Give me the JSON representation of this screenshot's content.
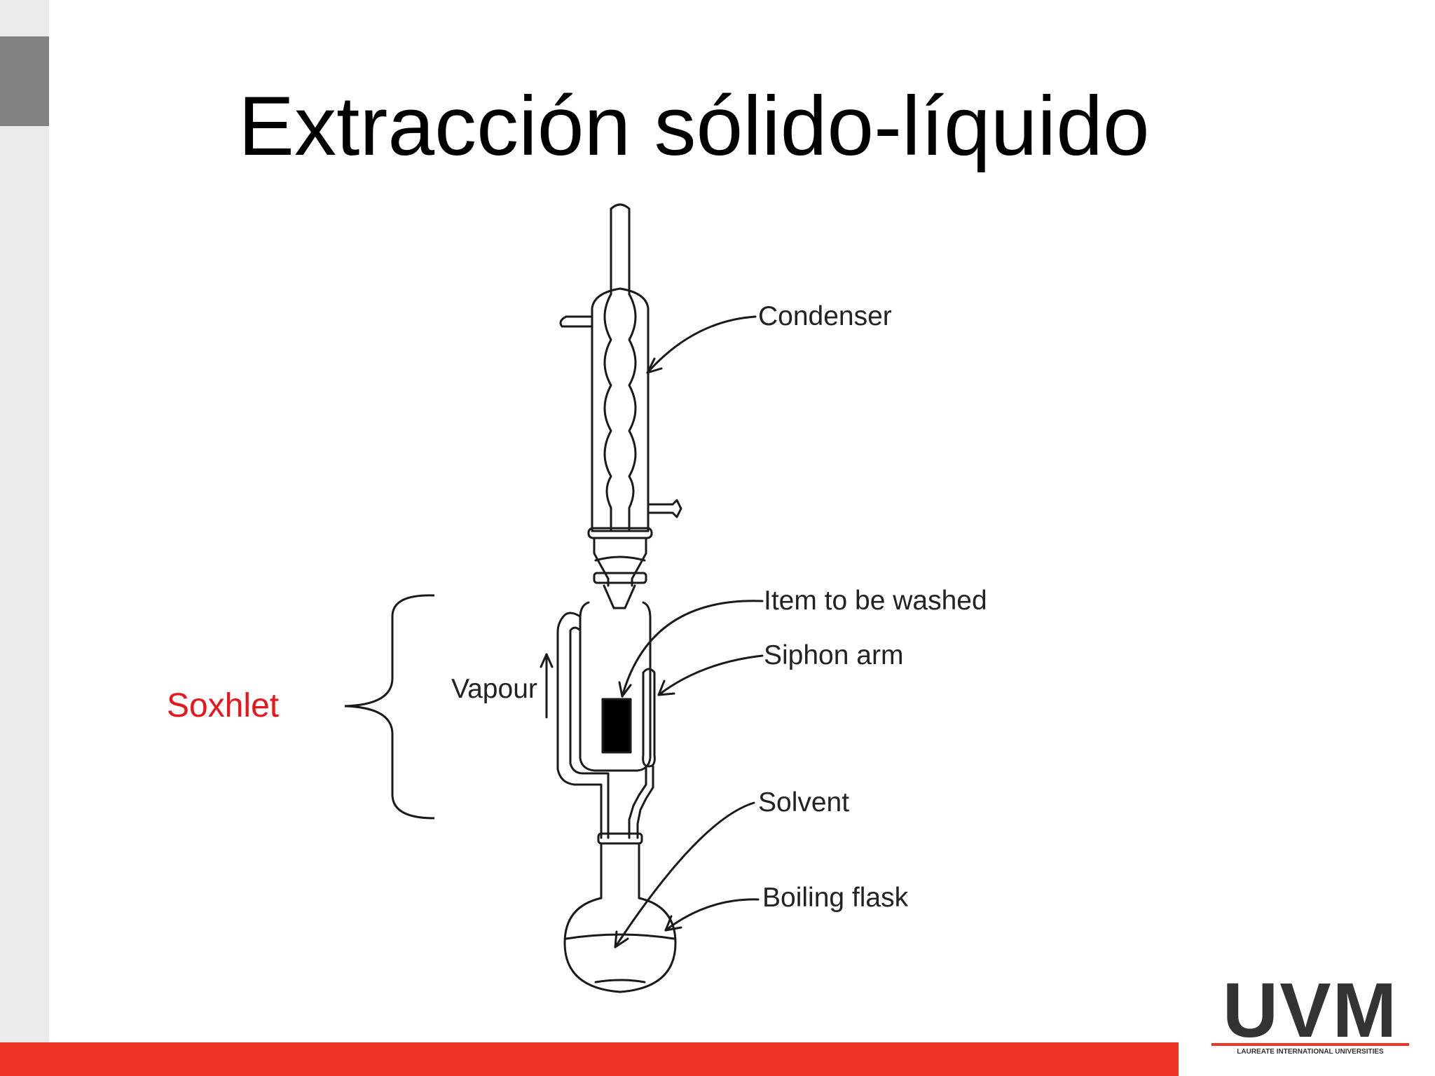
{
  "slide": {
    "title": "Extracción sólido-líquido"
  },
  "diagram": {
    "labels": {
      "condenser": "Condenser",
      "item": "Item to be washed",
      "siphon": "Siphon arm",
      "vapour": "Vapour",
      "solvent": "Solvent",
      "flask": "Boiling flask"
    },
    "bracket_label": "Soxhlet"
  },
  "logo": {
    "name": "UVM",
    "tagline": "LAUREATE INTERNATIONAL UNIVERSITIES"
  },
  "colors": {
    "accent": "#ee3424",
    "soxhlet_label": "#e8151a",
    "side_strip": "#ebebeb",
    "side_tab": "#838383"
  }
}
